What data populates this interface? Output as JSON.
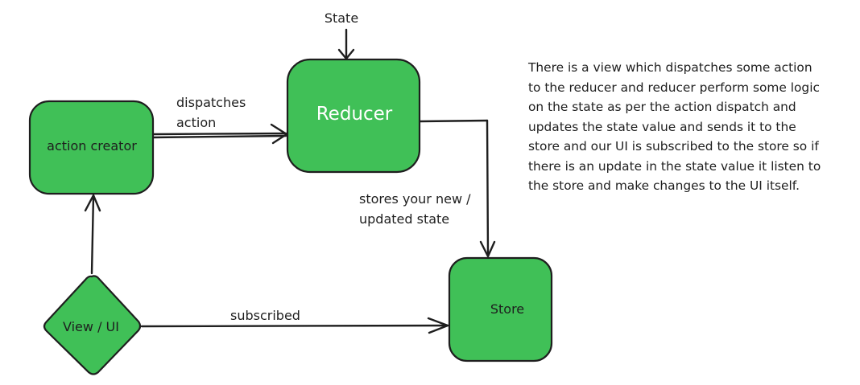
{
  "colors": {
    "node_fill": "#40c057",
    "stroke": "#1e1e1e",
    "text": "#1e1e1e"
  },
  "nodes": {
    "reducer": {
      "label": "Reducer",
      "shape": "rounded-rectangle"
    },
    "action_creator": {
      "label": "action creator",
      "shape": "rounded-rectangle"
    },
    "store": {
      "label": "Store",
      "shape": "rounded-rectangle"
    },
    "view_ui": {
      "label": "View / UI",
      "shape": "diamond"
    }
  },
  "labels": {
    "state_input": "State",
    "dispatches_line1": "dispatches",
    "dispatches_line2": "action",
    "stores_line1": "stores your new /",
    "stores_line2": "updated state",
    "subscribed": "subscribed"
  },
  "edges": [
    {
      "from": "state_input",
      "to": "reducer"
    },
    {
      "from": "action_creator",
      "to": "reducer",
      "label": "dispatches action"
    },
    {
      "from": "reducer",
      "to": "store",
      "label": "stores your new / updated state"
    },
    {
      "from": "view_ui",
      "to": "action_creator"
    },
    {
      "from": "view_ui",
      "to": "store",
      "label": "subscribed"
    }
  ],
  "description": "There is a view which dispatches some action to the reducer and reducer perform some logic on the state as per the action dispatch and updates the state value and sends it to the store and our UI is subscribed to the store so if there is an update in the state value it listen to the store and make changes to the UI itself."
}
